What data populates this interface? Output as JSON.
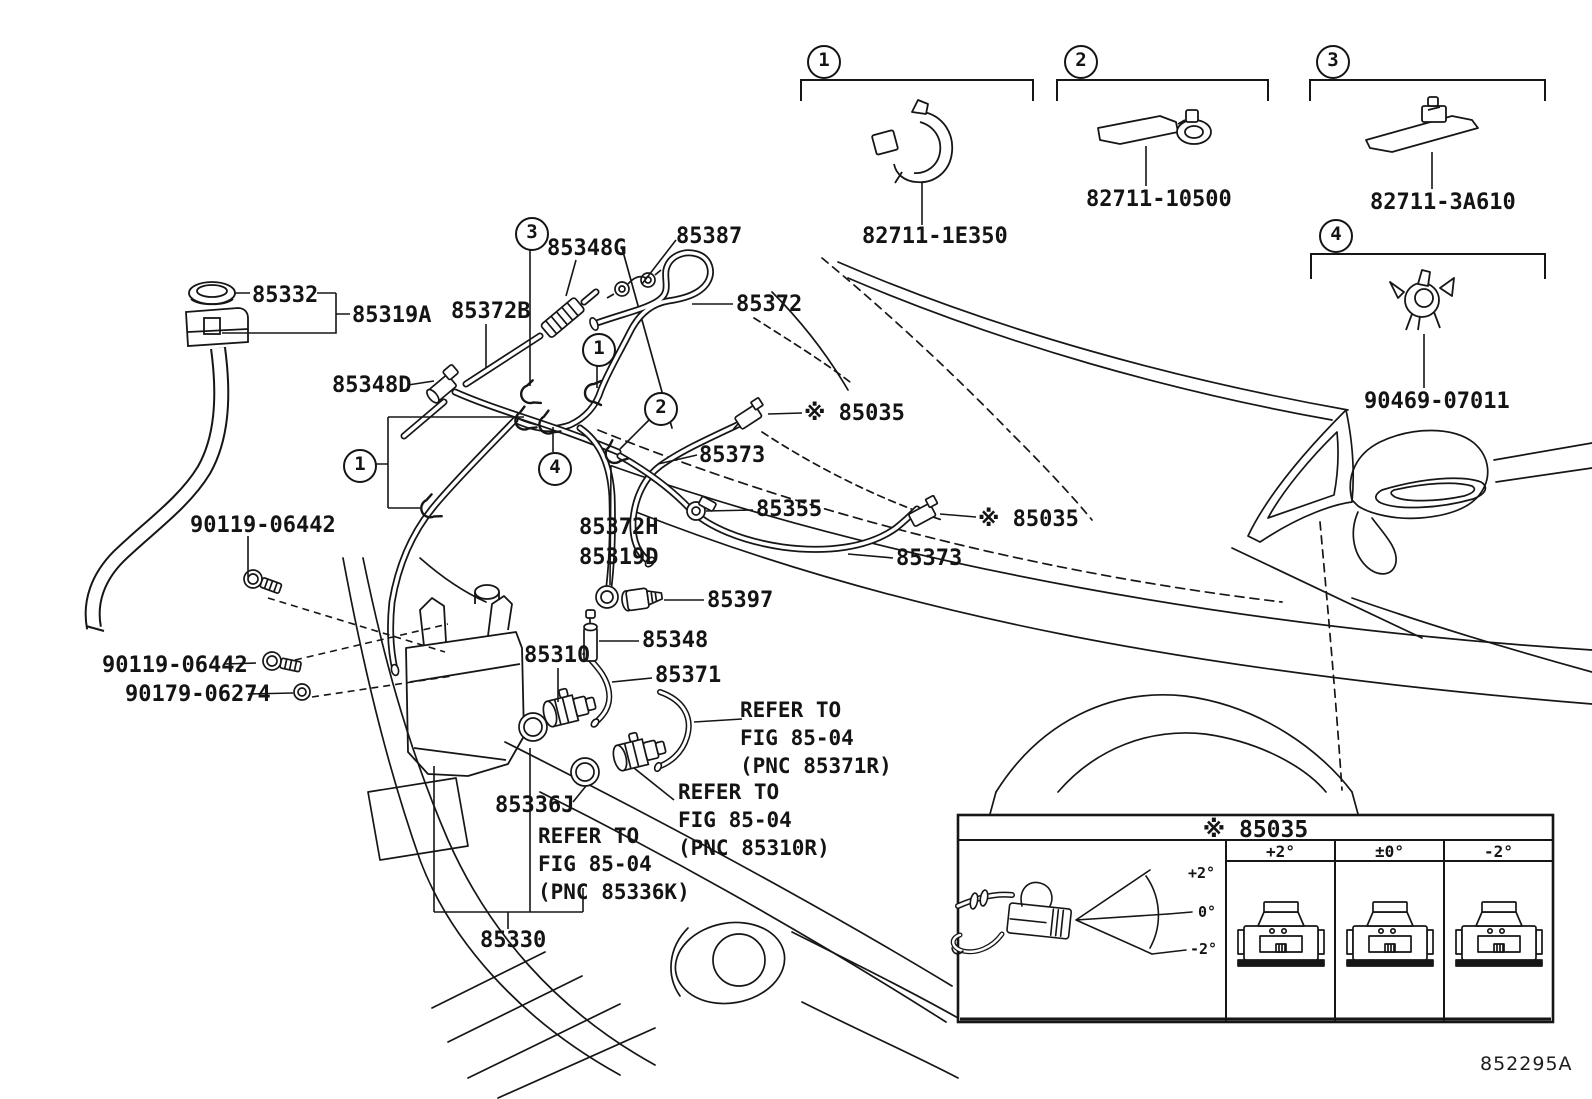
{
  "page": {
    "footer_code": "852295A"
  },
  "clip_legend": [
    {
      "num": "1",
      "part": "82711-1E350"
    },
    {
      "num": "2",
      "part": "82711-10500"
    },
    {
      "num": "3",
      "part": "82711-3A610"
    },
    {
      "num": "4",
      "part": "90469-07011"
    }
  ],
  "inline_callouts": {
    "one": "1",
    "two": "2",
    "three": "3",
    "four": "4"
  },
  "part_labels": {
    "tank_cap": "85332",
    "cap_sub": "85319A",
    "hose_b": "85372B",
    "grommet_g": "85348G",
    "clamp_387": "85387",
    "hose_372": "85372",
    "joint_348d": "85348D",
    "nozzle_035_lh": "※ 85035",
    "hose_373_lh": "85373",
    "clamp_355": "85355",
    "nozzle_035_rh": "※ 85035",
    "hose_373_rh": "85373",
    "hose_372h": "85372H",
    "grommet_319d": "85319D",
    "screw_397": "85397",
    "joint_348": "85348",
    "pump_310": "85310",
    "hose_371": "85371",
    "grommet_336j": "85336J",
    "jar_330": "85330",
    "bolt_top": "90119-06442",
    "bolt_side": "90119-06442",
    "grommet_179": "90179-06274"
  },
  "refer_notes": {
    "r85371r": {
      "line1": "REFER TO",
      "line2": "FIG 85-04",
      "line3": "(PNC 85371R)"
    },
    "r85310r": {
      "line1": "REFER TO",
      "line2": "FIG 85-04",
      "line3": "(PNC 85310R)"
    },
    "r85336k": {
      "line1": "REFER TO",
      "line2": "FIG 85-04",
      "line3": "(PNC 85336K)"
    }
  },
  "nozzle_table": {
    "title": "※ 85035",
    "columns": [
      "+2°",
      "±0°",
      "-2°"
    ],
    "fan_labels": [
      "+2°",
      "0°",
      "-2°"
    ]
  }
}
